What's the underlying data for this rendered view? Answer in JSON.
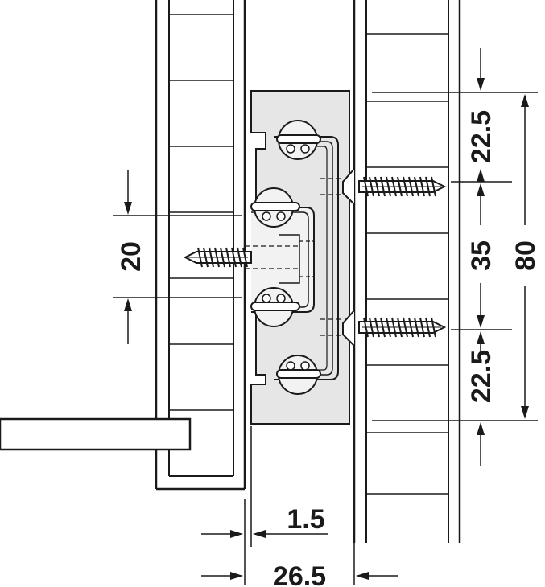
{
  "dimensions": {
    "top_gap": "22.5",
    "screw_spacing": "35",
    "total_height": "80",
    "bottom_gap": "22.5",
    "drawer_screw_height": "20",
    "side_clearance": "1.5",
    "installation_width": "26.5"
  },
  "colors": {
    "line": "#1a1a1a",
    "slide_fill": "#e6e6e6",
    "rail_fill": "#f2f2f2"
  }
}
